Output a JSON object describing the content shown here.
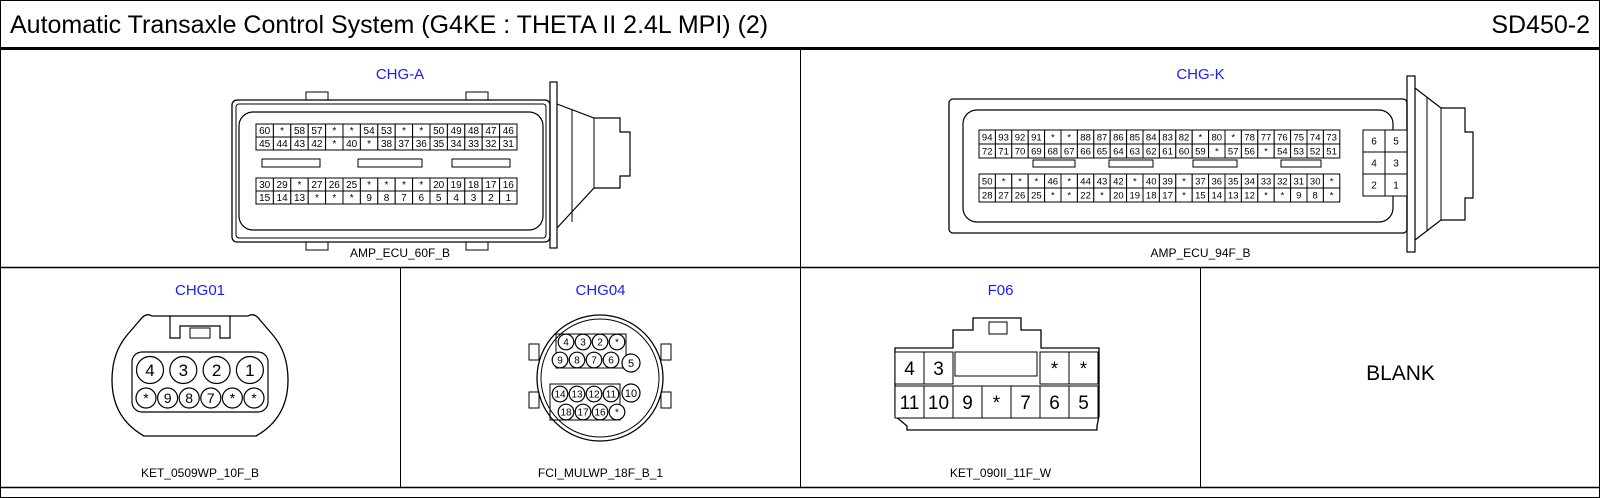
{
  "header": {
    "title": "Automatic Transaxle Control System (G4KE : THETA II 2.4L MPI) (2)",
    "code": "SD450-2"
  },
  "colors": {
    "connector_name": "#1a1aff",
    "line": "#000000"
  },
  "connectors": {
    "chg_a": {
      "name": "CHG-A",
      "part": "AMP_ECU_60F_B",
      "top_rows": [
        [
          "60",
          "*",
          "58",
          "57",
          "*",
          "*",
          "54",
          "53",
          "*",
          "*",
          "50",
          "49",
          "48",
          "47",
          "46"
        ],
        [
          "45",
          "44",
          "43",
          "42",
          "*",
          "40",
          "*",
          "38",
          "37",
          "36",
          "35",
          "34",
          "33",
          "32",
          "31"
        ]
      ],
      "bottom_rows": [
        [
          "30",
          "29",
          "*",
          "27",
          "26",
          "25",
          "*",
          "*",
          "*",
          "*",
          "20",
          "19",
          "18",
          "17",
          "16"
        ],
        [
          "15",
          "14",
          "13",
          "*",
          "*",
          "*",
          "9",
          "8",
          "7",
          "6",
          "5",
          "4",
          "3",
          "2",
          "1"
        ]
      ]
    },
    "chg_k": {
      "name": "CHG-K",
      "part": "AMP_ECU_94F_B",
      "top_rows": [
        [
          "94",
          "93",
          "92",
          "91",
          "*",
          "*",
          "88",
          "87",
          "86",
          "85",
          "84",
          "83",
          "82",
          "*",
          "80",
          "*",
          "78",
          "77",
          "76",
          "75",
          "74",
          "73"
        ],
        [
          "72",
          "71",
          "70",
          "69",
          "68",
          "67",
          "66",
          "65",
          "64",
          "63",
          "62",
          "61",
          "60",
          "59",
          "*",
          "57",
          "56",
          "*",
          "54",
          "53",
          "52",
          "51"
        ]
      ],
      "bottom_rows": [
        [
          "50",
          "*",
          "*",
          "*",
          "46",
          "*",
          "44",
          "43",
          "42",
          "*",
          "40",
          "39",
          "*",
          "37",
          "36",
          "35",
          "34",
          "33",
          "32",
          "31",
          "30",
          "*"
        ],
        [
          "28",
          "27",
          "26",
          "25",
          "*",
          "*",
          "22",
          "*",
          "20",
          "19",
          "18",
          "17",
          "*",
          "15",
          "14",
          "13",
          "12",
          "*",
          "*",
          "9",
          "8",
          "*"
        ]
      ],
      "side_block": [
        [
          "6",
          "5"
        ],
        [
          "4",
          "3"
        ],
        [
          "2",
          "1"
        ]
      ]
    },
    "chg01": {
      "name": "CHG01",
      "part": "KET_0509WP_10F_B",
      "top_row": [
        "4",
        "3",
        "2",
        "1"
      ],
      "bottom_row": [
        "*",
        "9",
        "8",
        "7",
        "*",
        "*"
      ]
    },
    "chg04": {
      "name": "CHG04",
      "part": "FCI_MULWP_18F_B_1",
      "row1": [
        "4",
        "3",
        "2",
        "*"
      ],
      "row2": [
        "9",
        "8",
        "7",
        "6"
      ],
      "pin5": "5",
      "row3": [
        "14",
        "13",
        "12",
        "11"
      ],
      "row4": [
        "18",
        "17",
        "16",
        "*"
      ],
      "pin10": "10"
    },
    "f06": {
      "name": "F06",
      "part": "KET_090II_11F_W",
      "top_left": [
        "4",
        "3"
      ],
      "top_right": [
        "*",
        "*"
      ],
      "bottom_row": [
        "11",
        "10",
        "9",
        "*",
        "7",
        "6",
        "5"
      ]
    }
  },
  "blank": {
    "label": "BLANK"
  }
}
